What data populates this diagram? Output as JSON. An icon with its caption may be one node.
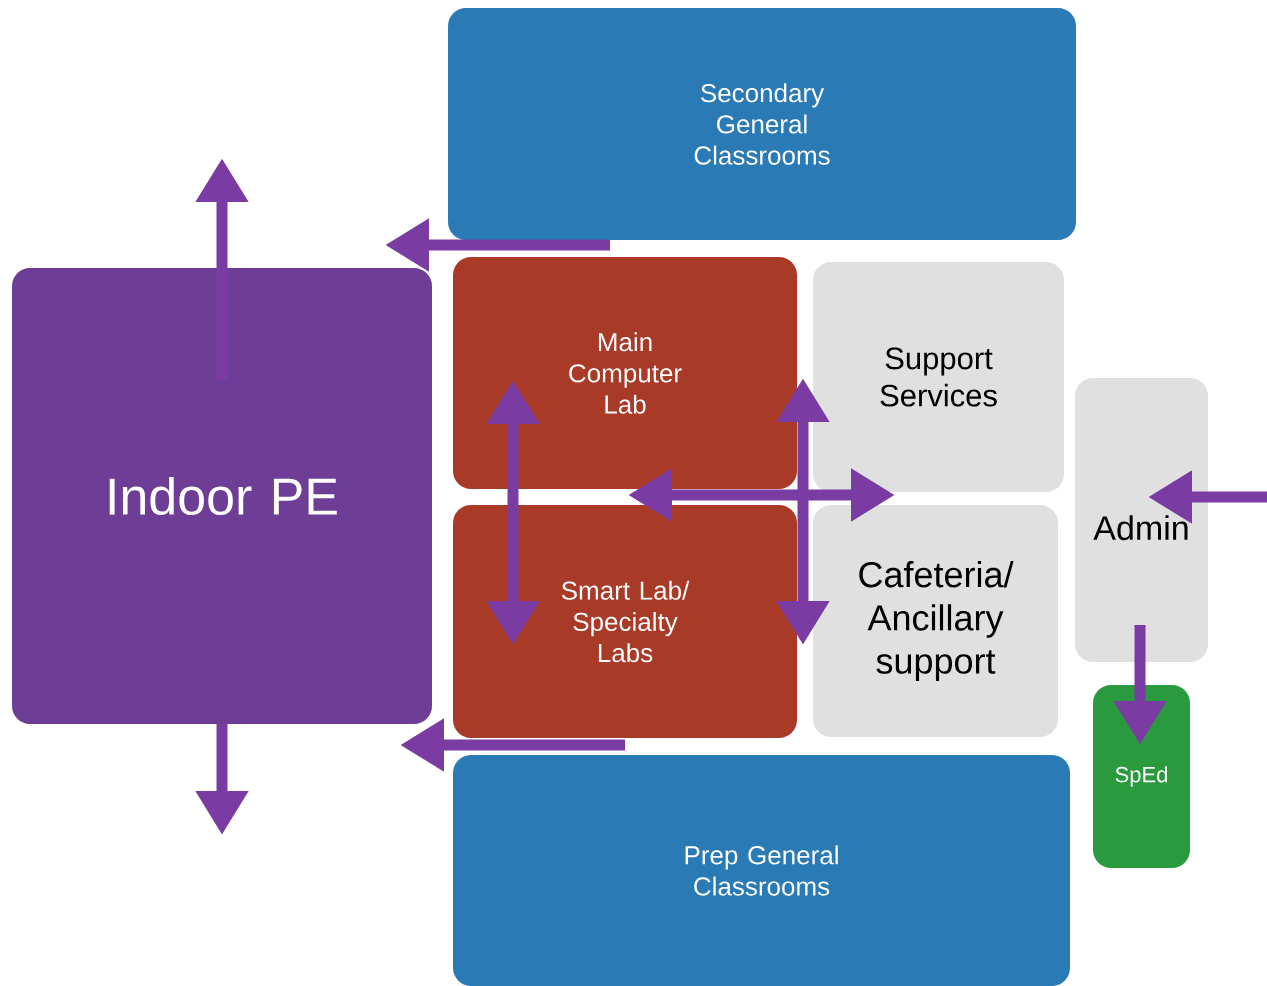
{
  "diagram": {
    "nodes": [
      {
        "text": [
          "Secondary General Classrooms"
        ]
      },
      {
        "text": [
          "Indoor PE"
        ]
      },
      {
        "text": [
          "Main Computer Lab"
        ]
      },
      {
        "text": [
          "Support Services"
        ]
      },
      {
        "text": [
          "Admin"
        ]
      },
      {
        "text": [
          "Smart Lab/ Specialty Labs"
        ]
      },
      {
        "text": [
          "Cafeteria/ Ancillary support"
        ]
      },
      {
        "text": [
          "SpEd"
        ]
      },
      {
        "text": [
          "Prep General Classrooms"
        ]
      }
    ],
    "edges": [
      {
        "from": 1,
        "to": null,
        "arrow": "to"
      },
      {
        "from": 1,
        "to": null,
        "arrow": "to"
      },
      {
        "from": 0,
        "to": 1,
        "arrow": "to"
      },
      {
        "from": 5,
        "to": 1,
        "arrow": "to"
      },
      {
        "from": 2,
        "to": 5,
        "arrow": "both"
      },
      {
        "from": 3,
        "to": 6,
        "arrow": "both"
      },
      {
        "from": 2,
        "to": 3,
        "arrow": "both"
      },
      {
        "from": null,
        "to": 4,
        "arrow": "to"
      },
      {
        "from": 4,
        "to": 7,
        "arrow": "to"
      }
    ]
  }
}
